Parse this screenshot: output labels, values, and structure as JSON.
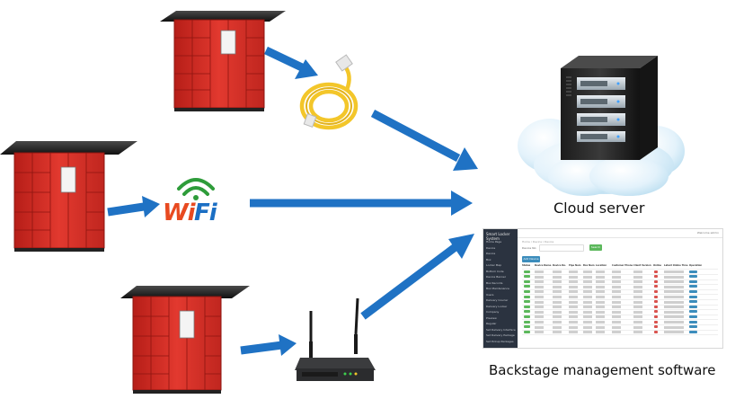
{
  "labels": {
    "cloud_server": "Cloud server",
    "backstage": "Backstage management software",
    "wifi": "WiFi"
  },
  "software": {
    "title": "Smart Locker System",
    "menu": [
      "Home Page",
      "Device",
      "Device",
      "Box",
      "Locker Map",
      "Bottom Code",
      "Device Banner",
      "Box Records",
      "Box Maintenance",
      "Users",
      "Delivery Courier",
      "Delivery Locker",
      "Company",
      "Preview",
      "Regular",
      "Set Delivery Interface",
      "Set Delivery Package",
      "Set Pickup Packages"
    ],
    "welcome": "Welcome admin",
    "breadcrumb": "Home / Device / Device",
    "search_label": "Device No:",
    "search_button": "Search",
    "add_button": "Add Device",
    "columns": [
      "Status",
      "Device Name",
      "Device No.",
      "Pipe Num",
      "Box Num",
      "Location",
      "Customer Phone",
      "Client Version",
      "Online",
      "Latest Online Time",
      "Operation"
    ]
  },
  "colors": {
    "arrow": "#1f72c4",
    "locker": "#d8332a",
    "router": "#2f3032",
    "cable": "#f3c62a"
  }
}
